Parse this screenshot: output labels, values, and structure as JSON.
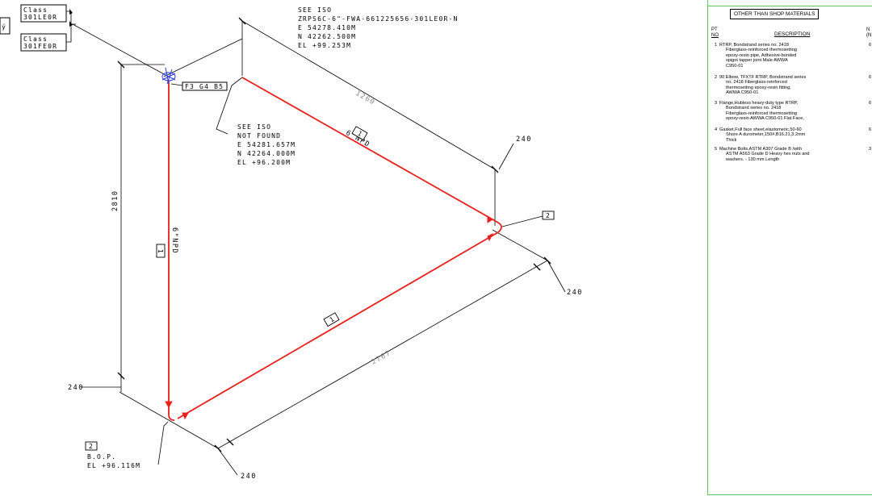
{
  "class_labels": {
    "top_label": "Class",
    "top_value": "301LE0R",
    "bottom_label": "Class",
    "bottom_value": "301FE0R",
    "edge_mark": "ý"
  },
  "iso_ref_top": {
    "line1": "SEE ISO",
    "line2": "ZRPS6C-6\"-FWA-661225656-301LE0R-N",
    "east": "E 54278.410M",
    "north": "N 42262.500M",
    "elev": "EL +99.253M"
  },
  "iso_ref_mid": {
    "line1": "SEE ISO",
    "line2": "NOT FOUND",
    "east": "E 54281.657M",
    "north": "N 42264.000M",
    "elev": "EL +96.200M"
  },
  "joint_tag": "F3 G4 B5",
  "bop": {
    "tag": "2",
    "line1": "B.O.P.",
    "line2": "EL +96.116M"
  },
  "dimensions": {
    "top_run": "1260",
    "bottom_run": "2767",
    "vertical": "2810",
    "right_offset": "240",
    "right_lower_offset": "240",
    "left_offset": "240",
    "bottom_offset": "240"
  },
  "pipe_labels": {
    "top_npd": "6\"NPD",
    "left_npd": "6\"NPD",
    "top_piece": "1",
    "left_piece": "1",
    "bottom_piece": "1",
    "right_tag": "2"
  },
  "colors": {
    "pipe": "#e8201c",
    "border": "#5ec85e",
    "flange": "#2a3cd8"
  },
  "bom": {
    "heading": "OTHER THAN SHOP MATERIALS",
    "col_pt_1": "PT",
    "col_pt_2": "NO",
    "col_desc": "DESCRIPTION",
    "col_qty_1": "N",
    "col_qty_2": "(N",
    "items": [
      {
        "no": "1",
        "desc": [
          "RTRP, Bondstrand series no. 2418",
          "Fiberglass-reinforced thermosetting",
          "epoxy-resin pipe, Adhesive-bonded",
          "spigot tapper joint Male AWWA",
          "C950-01"
        ],
        "qty": "6"
      },
      {
        "no": "2",
        "desc": [
          "90 Elbow, TFXTF RTRP, Bondstrand series",
          "no. 2418 Fiberglass-reinforced",
          "thermosetting epoxy-resin fitting,",
          "AWWA C950-01"
        ],
        "qty": "6"
      },
      {
        "no": "3",
        "desc": [
          "Flange,Hubless heavy-duty type RTRP,",
          "Bondstrand series no. 2418",
          "Fiberglass-reinforced thermosetting",
          "epoxy-resin AWWA C950-01 Flat Face,"
        ],
        "qty": "6"
      },
      {
        "no": "4",
        "desc": [
          "Gasket,Full face sheet,elastomeric,50-60",
          "Shore A durometer,150#,B16.21,3.2mm",
          "Thick"
        ],
        "qty": "6"
      },
      {
        "no": "5",
        "desc": [
          "Machine Bolts,ASTM A307 Grade B /with",
          "ASTM A563 Grade D Heavy hex nuts and",
          "washers. - 130 mm Length"
        ],
        "qty": "3"
      }
    ]
  }
}
